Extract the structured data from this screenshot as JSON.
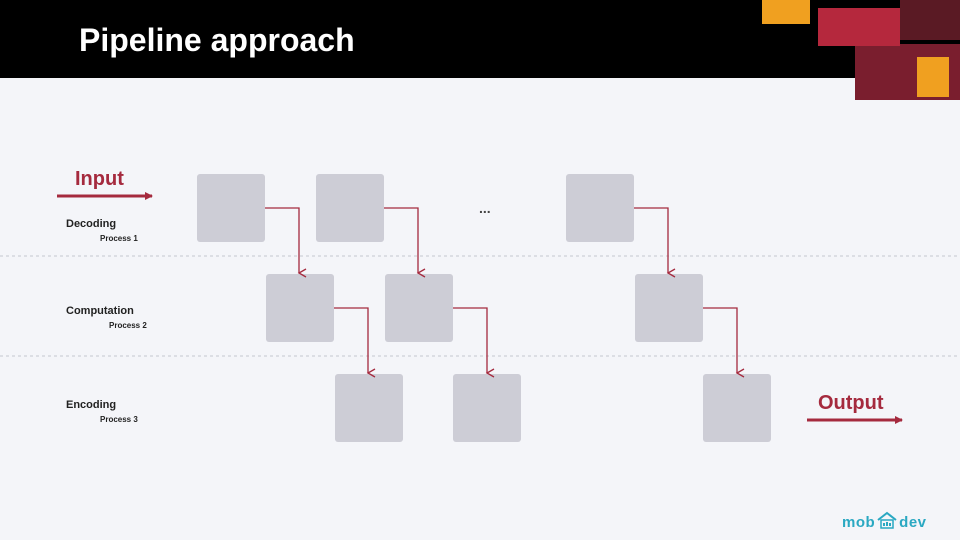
{
  "slide": {
    "title": "Pipeline approach"
  },
  "colors": {
    "header": "#000000",
    "background": "#f4f5f9",
    "accent": "#a52a3e",
    "block": "#cdcdd6",
    "orange": "#f0a020",
    "crimson": "#b5283d",
    "maroon": "#7a1e2e",
    "logo": "#2aa8c2"
  },
  "io": {
    "input": "Input",
    "output": "Output"
  },
  "lanes": [
    {
      "name": "Decoding",
      "process": "Process 1"
    },
    {
      "name": "Computation",
      "process": "Process 2"
    },
    {
      "name": "Encoding",
      "process": "Process 3"
    }
  ],
  "ellipsis": "...",
  "logo": {
    "left": "mob",
    "right": "dev",
    "icon": "house-icon"
  }
}
